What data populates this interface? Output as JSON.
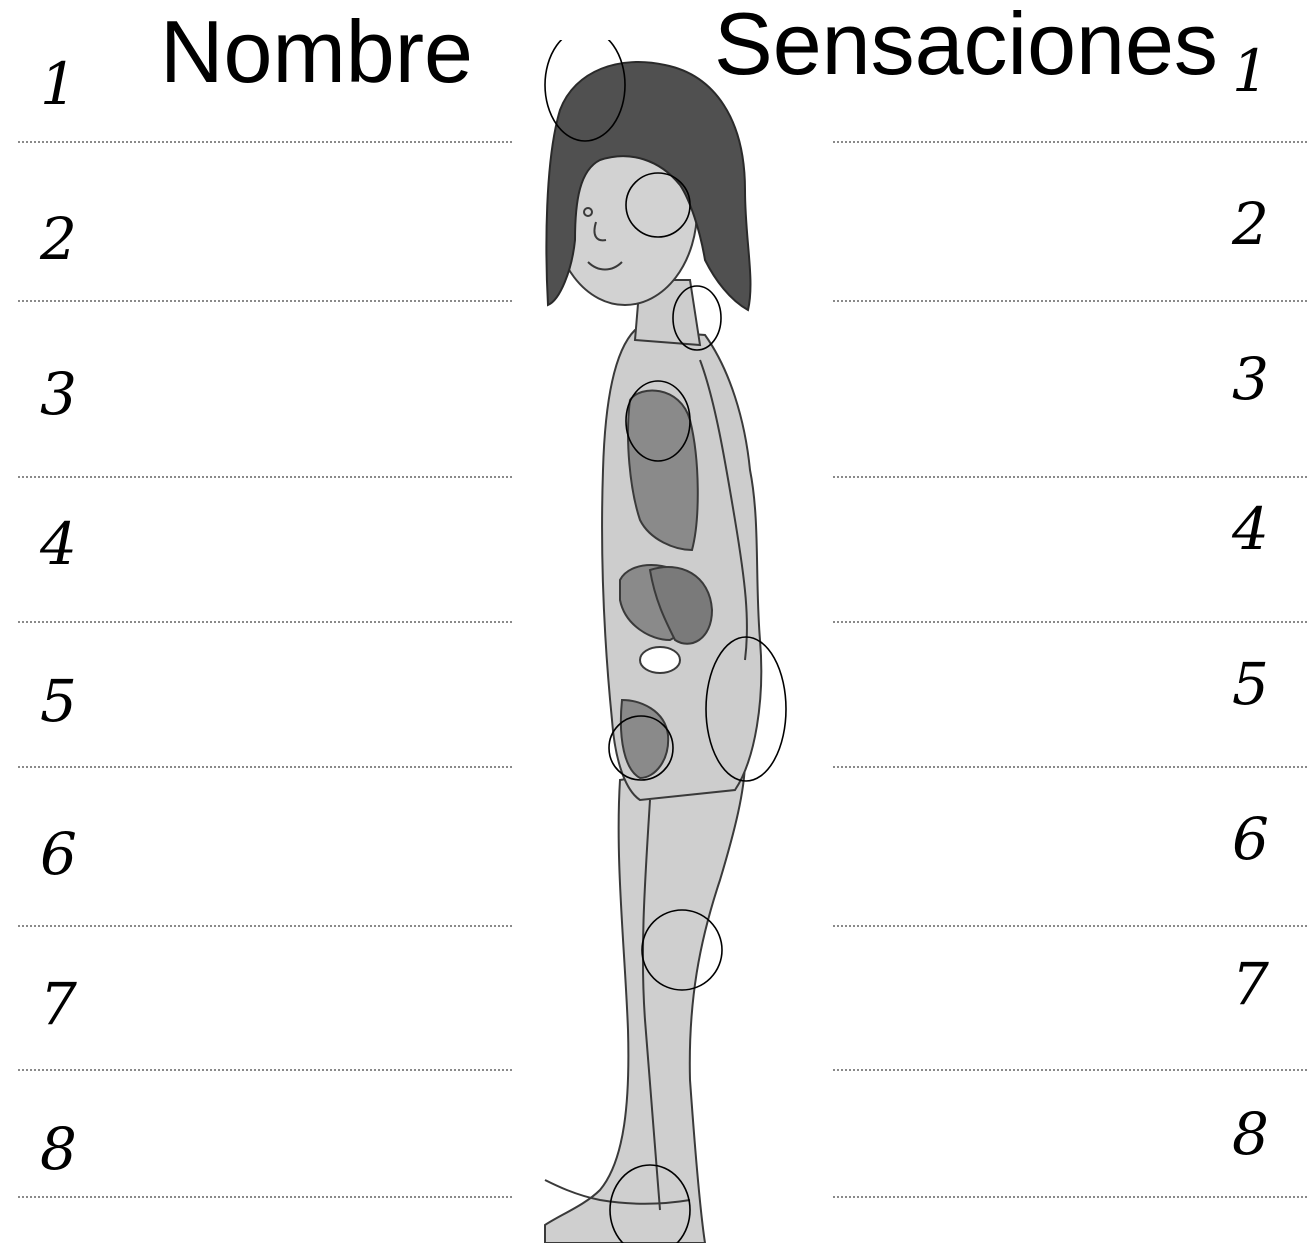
{
  "left_column": {
    "title": "Nombre",
    "numbers": [
      "1",
      "2",
      "3",
      "4",
      "5",
      "6",
      "7",
      "8"
    ]
  },
  "right_column": {
    "title": "Sensaciones",
    "numbers": [
      "1",
      "2",
      "3",
      "4",
      "5",
      "6",
      "7",
      "8"
    ]
  },
  "illustration": {
    "subject": "child-side-view-body-outline",
    "marker_count": 8,
    "colors": {
      "hair": "#505050",
      "skin": "#c9c9c9",
      "organs": "#8a8a8a",
      "outline": "#3a3a3a"
    }
  }
}
